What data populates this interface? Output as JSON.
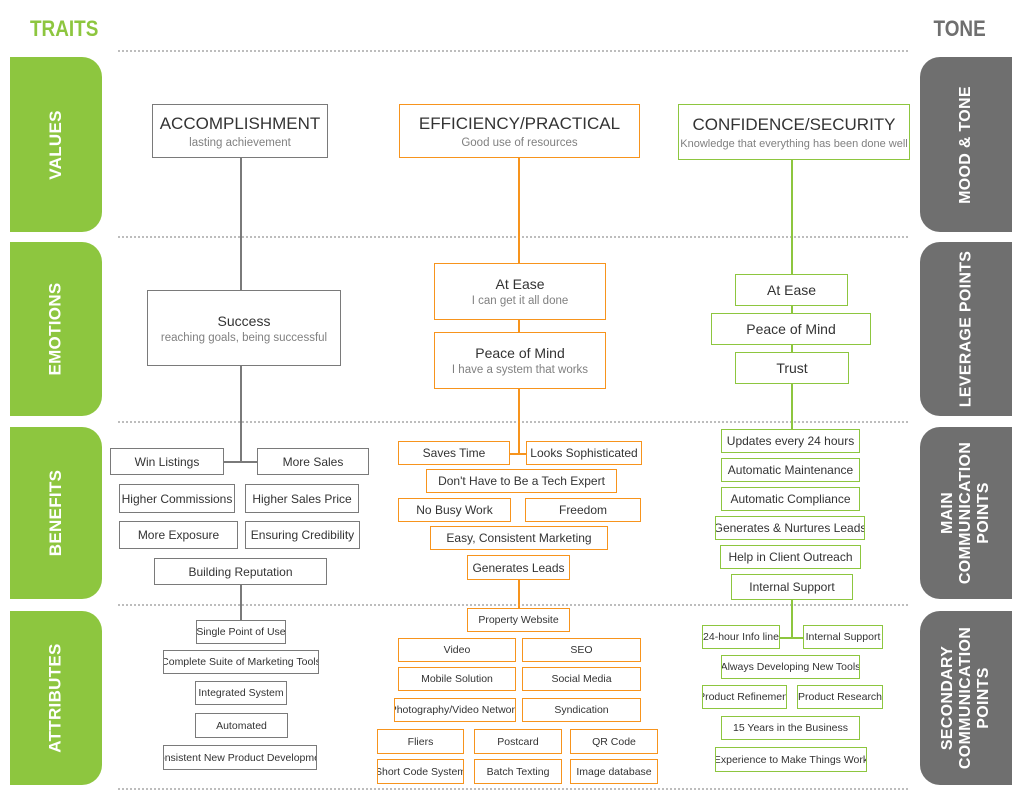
{
  "headers": {
    "left": "TRAITS",
    "right": "TONE"
  },
  "left_tabs": [
    "VALUES",
    "EMOTIONS",
    "BENEFITS",
    "ATTRIBUTES"
  ],
  "right_tabs": [
    "MOOD & TONE",
    "LEVERAGE POINTS",
    "MAIN\nCOMMUNICATION\nPOINTS",
    "SECONDARY\nCOMMUNICATION\nPOINTS"
  ],
  "values": {
    "accomplishment": {
      "title": "ACCOMPLISHMENT",
      "sub": "lasting achievement"
    },
    "efficiency": {
      "title": "EFFICIENCY/PRACTICAL",
      "sub": "Good use of resources"
    },
    "confidence": {
      "title": "CONFIDENCE/SECURITY",
      "sub": "Knowledge that everything has been done well"
    }
  },
  "emotions": {
    "success": {
      "title": "Success",
      "sub": "reaching goals, being successful"
    },
    "at_ease": {
      "title": "At Ease",
      "sub": "I can get it all done"
    },
    "peace_mind": {
      "title": "Peace of Mind",
      "sub": "I have a system that works"
    },
    "at_ease_2": "At Ease",
    "peace_mind_2": "Peace of Mind",
    "trust": "Trust"
  },
  "benefits": {
    "accomplishment": [
      "Win Listings",
      "More Sales",
      "Higher Commissions",
      "Higher Sales Price",
      "More Exposure",
      "Ensuring Credibility",
      "Building Reputation"
    ],
    "efficiency": [
      "Saves Time",
      "Looks Sophisticated",
      "Don't Have to Be a Tech Expert",
      "No Busy Work",
      "Freedom",
      "Easy, Consistent Marketing",
      "Generates Leads"
    ],
    "confidence": [
      "Updates every 24 hours",
      "Automatic Maintenance",
      "Automatic Compliance",
      "Generates & Nurtures Leads",
      "Help in Client Outreach",
      "Internal Support"
    ]
  },
  "attributes": {
    "accomplishment": [
      "Single Point of Use",
      "Complete Suite of Marketing Tools",
      "Integrated System",
      "Automated",
      "Consistent New Product Development"
    ],
    "efficiency": [
      "Property Website",
      "Video",
      "SEO",
      "Mobile Solution",
      "Social Media",
      "Photography/Video Network",
      "Syndication",
      "Fliers",
      "Postcard",
      "QR Code",
      "Short Code System",
      "Batch Texting",
      "Image database"
    ],
    "confidence": [
      "24-hour Info line",
      "Internal Support",
      "Always Developing New Tools",
      "Product Refinement",
      "Product Research",
      "15 Years in the Business",
      "Experience to Make Things Work"
    ]
  },
  "colors": {
    "green": "#8dc63f",
    "orange": "#f7941d",
    "gray_tab": "#6f6f6f",
    "gray_border": "#7a7a7a"
  }
}
